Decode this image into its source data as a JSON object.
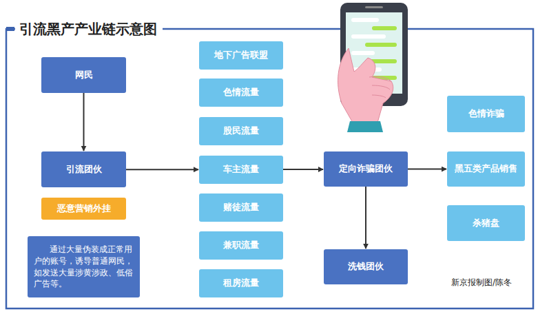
{
  "diagram": {
    "title": "引流黑产产业链示意图",
    "nodes": [
      {
        "text": [
          "网民"
        ]
      },
      {
        "text": [
          "引流团伙"
        ]
      },
      {
        "text": [
          "恶意营销外挂"
        ]
      },
      {
        "text": [
          "通过大量伪装成正常用户的账号，诱导普通网民，如发送大量涉黄涉政、低俗广告等。"
        ]
      },
      {
        "text": [
          "地下广告联盟"
        ]
      },
      {
        "text": [
          "色情流量"
        ]
      },
      {
        "text": [
          "股民流量"
        ]
      },
      {
        "text": [
          "车主流量"
        ]
      },
      {
        "text": [
          "赌徒流量"
        ]
      },
      {
        "text": [
          "兼职流量"
        ]
      },
      {
        "text": [
          "租房流量"
        ]
      },
      {
        "text": [
          "定向诈骗团伙"
        ]
      },
      {
        "text": [
          "洗钱团伙"
        ]
      },
      {
        "text": [
          "色情诈骗"
        ]
      },
      {
        "text": [
          "黑五类产品销售"
        ]
      },
      {
        "text": [
          "杀猪盘"
        ]
      }
    ],
    "edges": [
      {
        "from": 0,
        "to": 1,
        "arrow": "to"
      },
      {
        "from": 1,
        "to": 7,
        "arrow": "to"
      },
      {
        "from": 7,
        "to": 11,
        "arrow": "to"
      },
      {
        "from": 11,
        "to": 14,
        "arrow": "to"
      },
      {
        "from": 11,
        "to": 12,
        "arrow": "to"
      }
    ],
    "labels": [
      "新京报制图/陈冬"
    ]
  }
}
